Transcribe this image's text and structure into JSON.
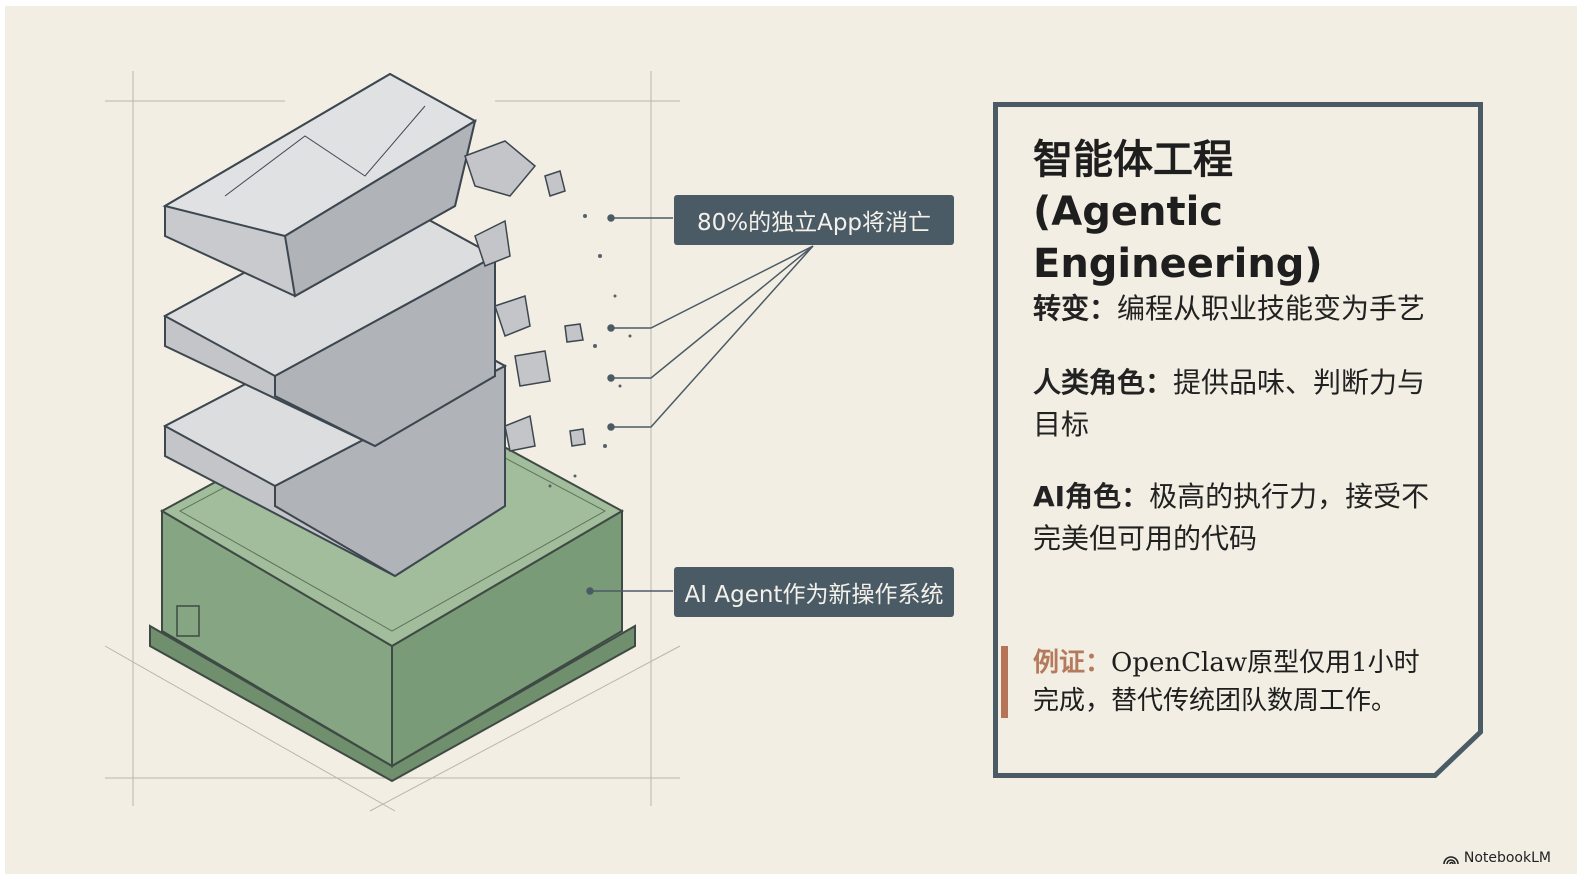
{
  "callouts": {
    "top": "80%的独立App将消亡",
    "bottom": "AI Agent作为新操作系统"
  },
  "panel": {
    "title_line1": "智能体工程",
    "title_line2": "(Agentic Engineering)",
    "items": [
      {
        "key": "转变：",
        "text": "编程从职业技能变为手艺"
      },
      {
        "key": "人类角色：",
        "text": "提供品味、判断力与目标"
      },
      {
        "key": "AI角色：",
        "text": "极高的执行力，接受不完美但可用的代码"
      }
    ],
    "evidence": {
      "key": "例证：",
      "text": "OpenClaw原型仅用1小时完成，替代传统团队数周工作。"
    }
  },
  "brand": "NotebookLM",
  "colors": {
    "background": "#f2eee3",
    "slate": "#4b5b66",
    "green": "#8fae8a",
    "accent": "#b57457"
  }
}
